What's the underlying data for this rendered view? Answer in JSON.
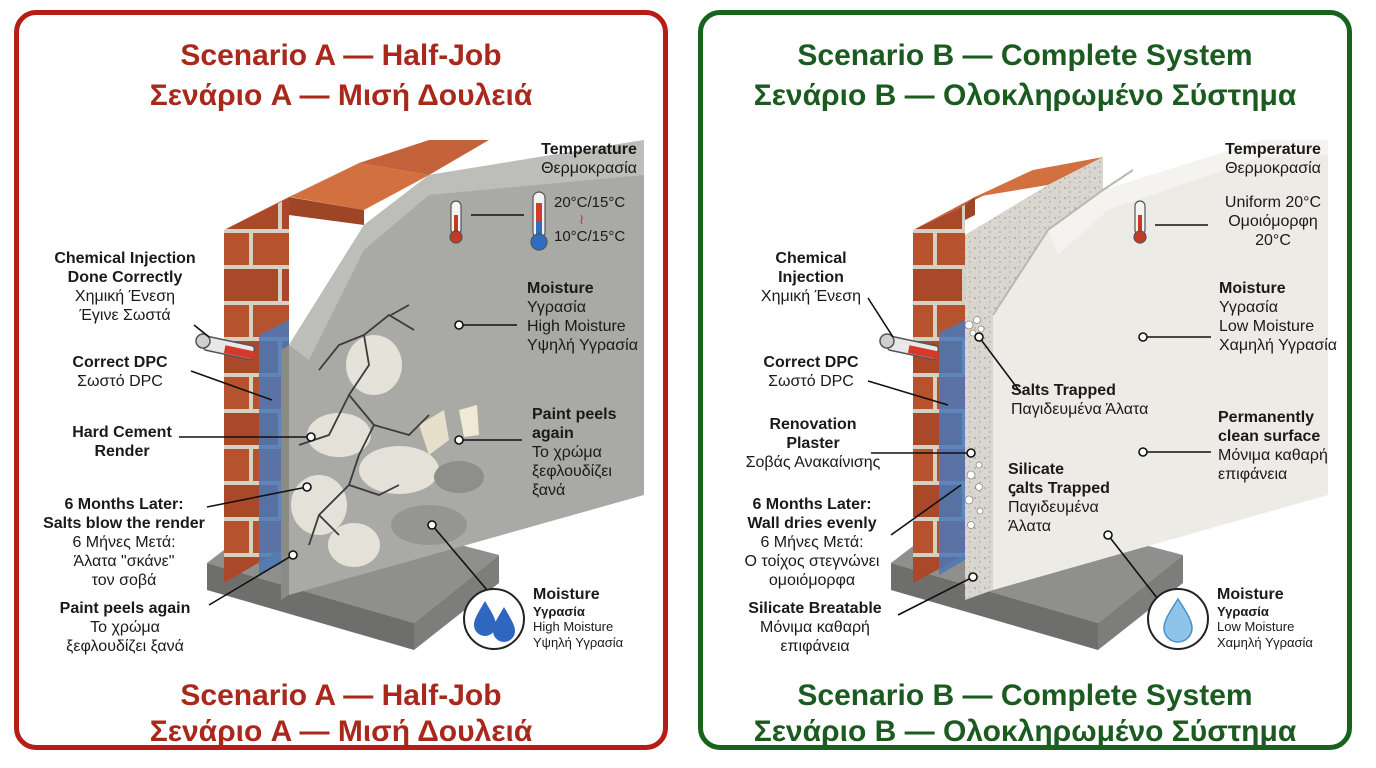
{
  "colors": {
    "scenario_a_accent": "#b51d16",
    "scenario_b_accent": "#17621d",
    "brick": "#b5532e",
    "render_grey": "#a9a9a6",
    "renovation_plaster": "#ecebe6",
    "dpc_blue": "#4a78b8"
  },
  "scenario_a": {
    "title_en": "Scenario A — Half-Job",
    "title_gr": "Σενάριο A — Μισή Δουλειά",
    "footer_en": "Scenario A — Half-Job",
    "footer_gr": "Σενάριο A — Μισή Δουλειά",
    "labels": {
      "chemical_injection": {
        "en1": "Chemical Injection",
        "en2": "Done Correctly",
        "gr1": "Χημική Ένεση",
        "gr2": "Έγινε Σωστά"
      },
      "correct_dpc": {
        "en": "Correct DPC",
        "gr": "Σωστό DPC"
      },
      "hard_cement_render": {
        "en1": "Hard Cement",
        "en2": "Render"
      },
      "six_months_later": {
        "en1": "6 Months Later:",
        "en2": "Salts blow the render",
        "gr1": "6 Μήνες Μετά:",
        "gr2": "Άλατα \"σκάνε\"",
        "gr3": "τον σοβά"
      },
      "paint_peels_bottom": {
        "en": "Paint peels again",
        "gr1": "Το χρώμα",
        "gr2": "ξεφλουδίζει ξανά"
      },
      "temperature": {
        "en": "Temperature",
        "gr": "Θερμοκρασία",
        "value1": "20°C/15°C",
        "swing": "≀",
        "value2": "10°C/15°C"
      },
      "moisture": {
        "en": "Moisture",
        "gr1": "Υγρασία",
        "value_en": "High Moisture",
        "value_gr": "Υψηλή Υγρασία"
      },
      "paint_peels_right": {
        "en1": "Paint peels",
        "en2": "again",
        "gr1": "Το χρώμα",
        "gr2": "ξεφλουδίζει",
        "gr3": "ξανά"
      },
      "moisture_badge": {
        "en": "Moisture",
        "gr": "Υγρασία",
        "value_en": "High Moisture",
        "value_gr": "Υψηλή Υγρασία"
      }
    }
  },
  "scenario_b": {
    "title_en": "Scenario B — Complete System",
    "title_gr": "Σενάριο B — Ολοκληρωμένο Σύστημα",
    "footer_en": "Scenario B — Complete System",
    "footer_gr": "Σενάριο B — Ολοκληρωμένο Σύστημα",
    "labels": {
      "chemical_injection": {
        "en1": "Chemical",
        "en2": "Injection",
        "gr": "Χημική Ένεση"
      },
      "correct_dpc": {
        "en": "Correct DPC",
        "gr": "Σωστό DPC"
      },
      "renovation_plaster": {
        "en1": "Renovation",
        "en2": "Plaster",
        "gr": "Σοβάς Ανακαίνισης"
      },
      "six_months_later": {
        "en1": "6 Months Later:",
        "en2": "Wall dries evenly",
        "gr1": "6 Μήνες Μετά:",
        "gr2": "Ο τοίχος στεγνώνει",
        "gr3": "ομοιόμορφα"
      },
      "silicate_breatable": {
        "en": "Silicate Breatable",
        "gr1": "Μόνιμα καθαρή",
        "gr2": "επιφάνεια"
      },
      "salts_trapped": {
        "en": "Salts Trapped",
        "gr": "Παγιδευμένα Άλατα"
      },
      "silicate_salts_trapped": {
        "en1": "Silicate",
        "en2": "ꞔalts Trapped",
        "gr1": "Παγιδευμένα",
        "gr2": "Άλατα"
      },
      "temperature": {
        "en": "Temperature",
        "gr": "Θερμοκρασία",
        "value1": "Uniform 20°C",
        "value2": "Ομοιόμορφη",
        "value3": "20°C"
      },
      "moisture": {
        "en": "Moisture",
        "gr1": "Υγρασία",
        "value_en": "Low Moisture",
        "value_gr": "Χαμηλή Υγρασία"
      },
      "permanently_clean": {
        "en1": "Permanently",
        "en2": "clean surface",
        "gr1": "Μόνιμα καθαρή",
        "gr2": "επιφάνεια"
      },
      "moisture_badge": {
        "en": "Moisture",
        "gr": "Υγρασία",
        "value_en": "Low Moisture",
        "value_gr": "Χαμηλή Υγρασία"
      }
    }
  }
}
